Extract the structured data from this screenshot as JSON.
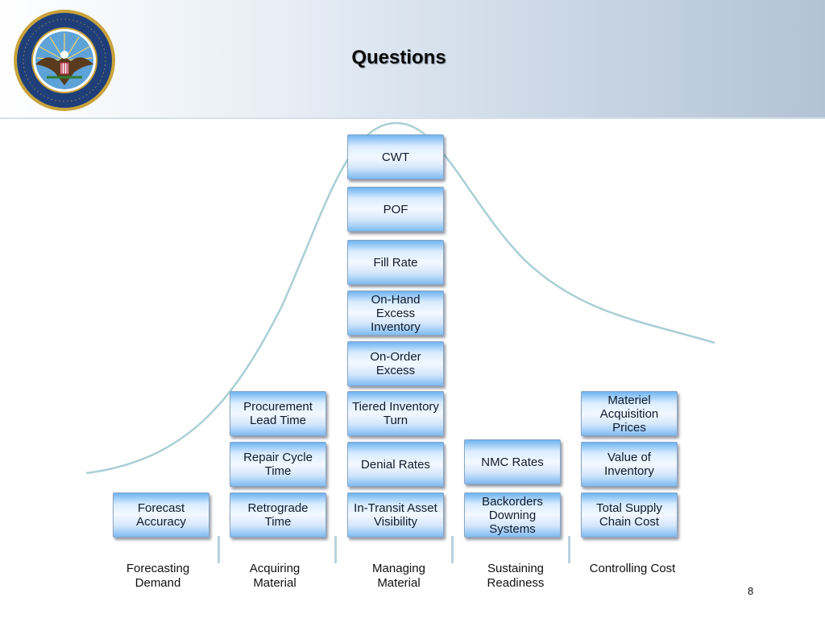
{
  "title": "Questions",
  "seal": {
    "name": "Department of Defense seal",
    "top_text": "DEPARTMENT OF DEFENSE",
    "bottom_text": "UNITED STATES OF AMERICA"
  },
  "columns": [
    {
      "label": "Forecasting Demand",
      "boxes": [
        "Forecast Accuracy"
      ]
    },
    {
      "label": "Acquiring Material",
      "boxes": [
        "Retrograde Time",
        "Repair Cycle Time",
        "Procurement Lead Time"
      ]
    },
    {
      "label": "Managing Material",
      "boxes": [
        "In-Transit Asset Visibility",
        "Denial Rates",
        "Tiered Inventory Turn",
        "On-Order Excess",
        "On-Hand Excess Inventory",
        "Fill Rate",
        "POF",
        "CWT"
      ]
    },
    {
      "label": "Sustaining Readiness",
      "boxes": [
        "Backorders Downing Systems",
        "NMC Rates"
      ]
    },
    {
      "label": "Controlling Cost",
      "boxes": [
        "Total Supply Chain Cost",
        "Value of Inventory",
        "Materiel Acquisition Prices"
      ]
    }
  ],
  "page_number": "8",
  "colors": {
    "curve": "#a9cfd6",
    "box_border": "#8aa5c4",
    "header_gradient_end": "#b3c3d5"
  }
}
